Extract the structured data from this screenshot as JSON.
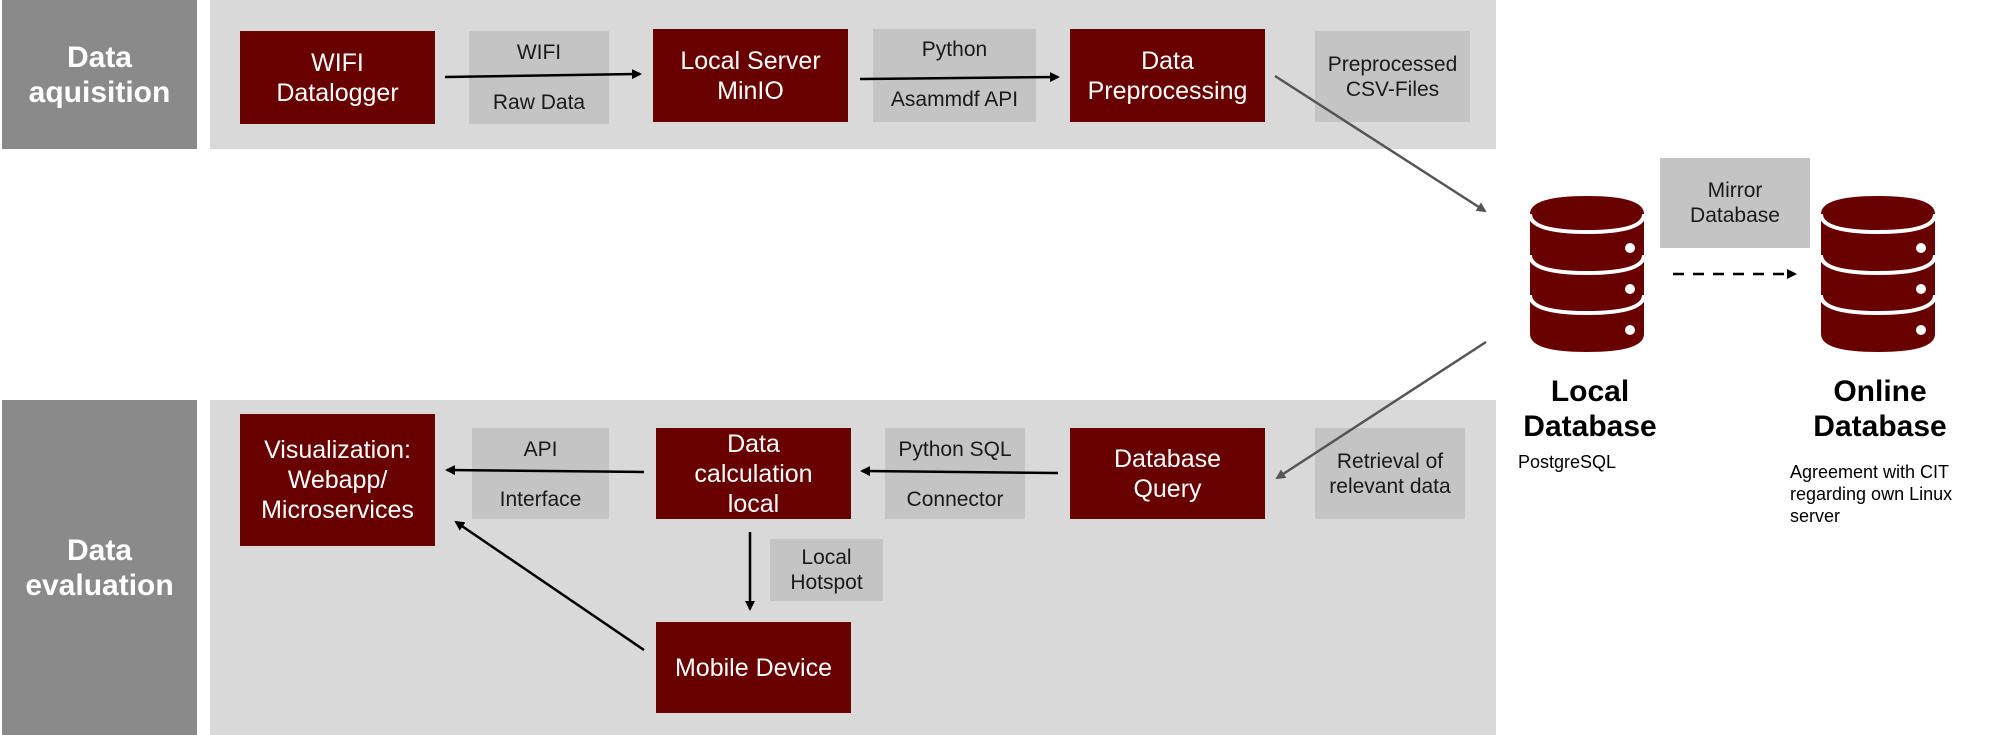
{
  "lanes": {
    "acquisition_label": "Data\naquisition",
    "evaluation_label": "Data\nevaluation"
  },
  "acquisition": {
    "wifi_datalogger": "WIFI\nDatalogger",
    "local_server": "Local Server\nMinIO",
    "data_preprocessing": "Data\nPreprocessing",
    "preprocessed_csv": "Preprocessed\nCSV-Files",
    "edge1_top": "WIFI",
    "edge1_bottom": "Raw Data",
    "edge2_top": "Python",
    "edge2_bottom": "Asammdf API"
  },
  "evaluation": {
    "visualization": "Visualization:\nWebapp/\nMicroservices",
    "data_calculation": "Data\ncalculation\nlocal",
    "database_query": "Database\nQuery",
    "retrieval": "Retrieval of\nrelevant data",
    "mobile_device": "Mobile Device",
    "local_hotspot": "Local\nHotspot",
    "edge_api_top": "API",
    "edge_api_bottom": "Interface",
    "edge_sql_top": "Python SQL",
    "edge_sql_bottom": "Connector"
  },
  "databases": {
    "local_title": "Local\nDatabase",
    "local_sub": "PostgreSQL",
    "online_title": "Online\nDatabase",
    "online_sub": "Agreement with CIT\nregarding own Linux\nserver",
    "mirror": "Mirror\nDatabase"
  },
  "colors": {
    "box_red": "#680000",
    "box_gray": "#c4c4c4",
    "lane_bg": "#d9d9d9",
    "side_bg": "#8a8a8a"
  }
}
